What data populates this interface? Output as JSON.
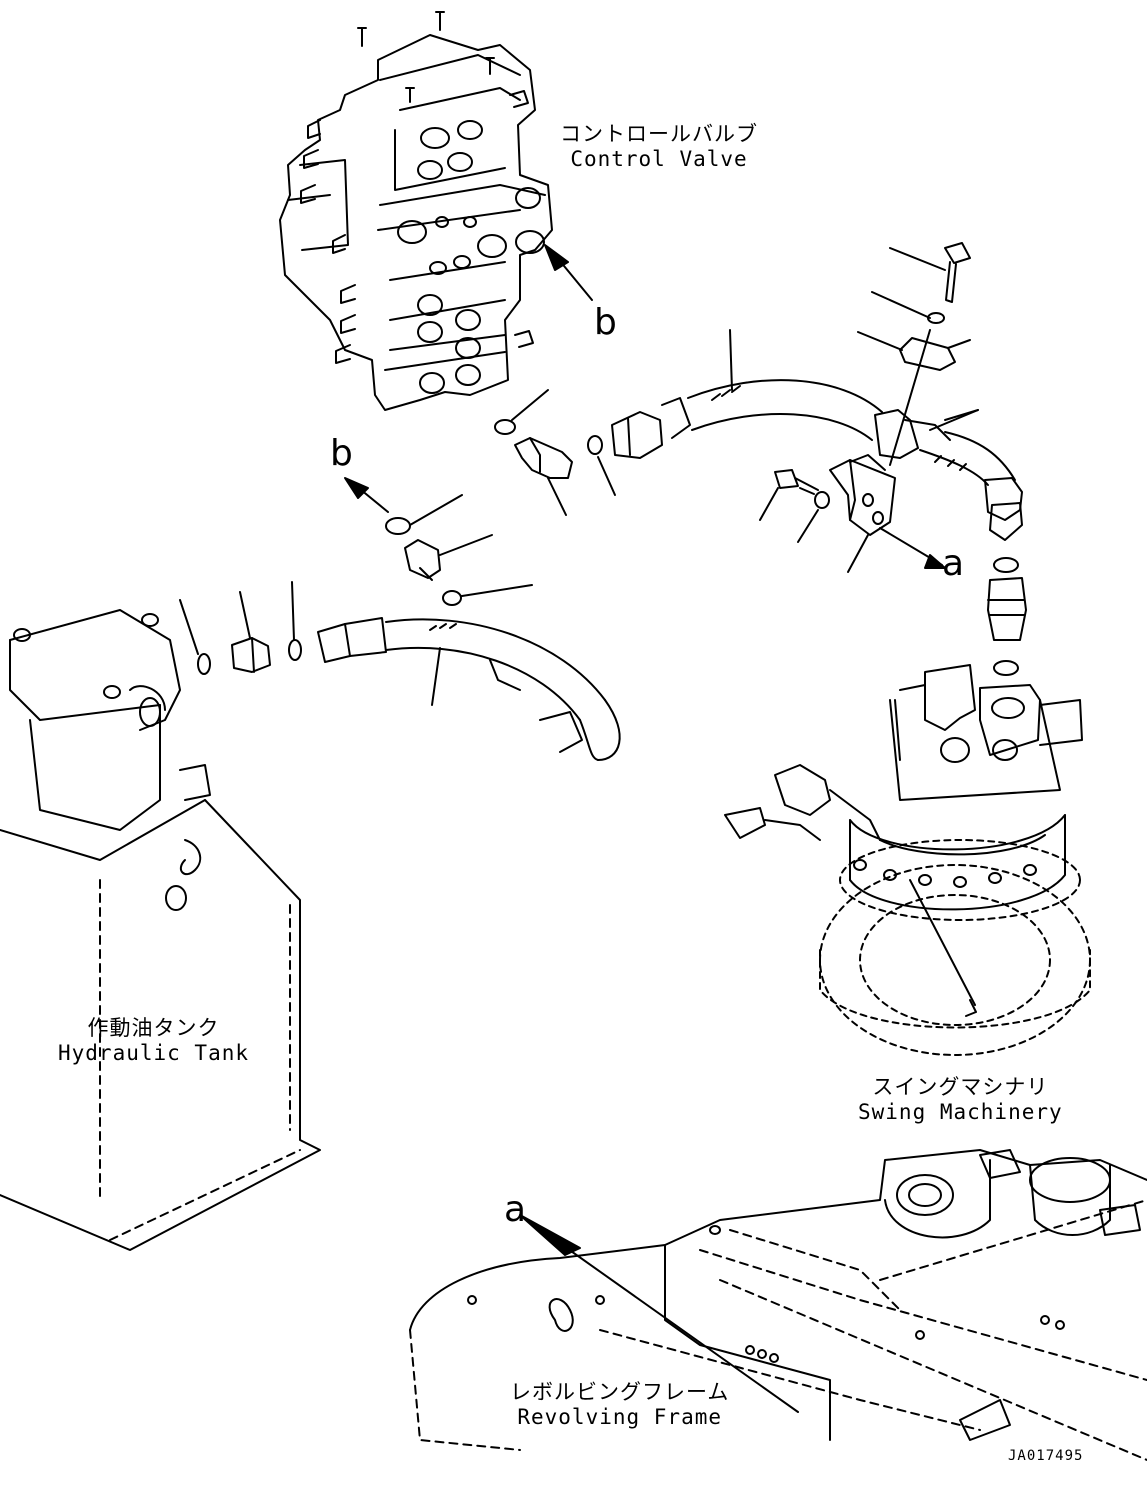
{
  "labels": {
    "control_valve": {
      "jp": "コントロールバルブ",
      "en": "Control Valve"
    },
    "hydraulic_tank": {
      "jp": "作動油タンク",
      "en": "Hydraulic Tank"
    },
    "swing_machinery": {
      "jp": "スイングマシナリ",
      "en": "Swing Machinery"
    },
    "revolving_frame": {
      "jp": "レボルビングフレーム",
      "en": "Revolving Frame"
    }
  },
  "reference_letters": {
    "b_upper": "b",
    "b_lower": "b",
    "a_right": "a",
    "a_lower": "a"
  },
  "drawing_code": "JA017495",
  "colors": {
    "line": "#000000",
    "background": "#ffffff"
  }
}
